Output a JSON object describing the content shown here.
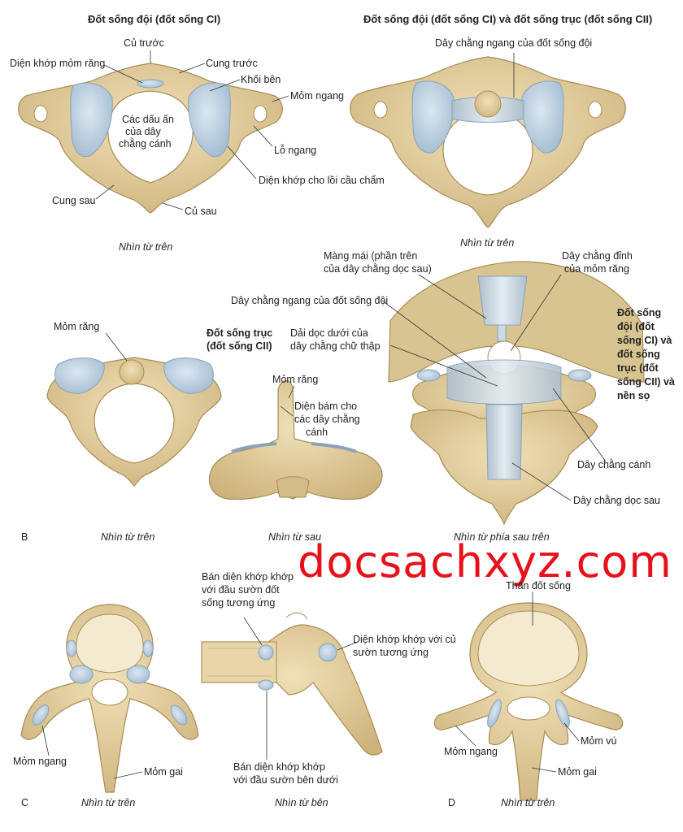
{
  "colors": {
    "bone": "#e3cd9d",
    "bone_dark": "#b59a63",
    "cartilage": "#b9cee0",
    "ligament": "#c9d9e6",
    "skull": "#d8c490",
    "watermark": "#e8101a"
  },
  "panel_a": {
    "title_left": "Đốt sống đội (đốt sống CI)",
    "title_right": "Đốt sống đội (đốt sống CI) và đốt sống trục (đốt sống CII)",
    "labels": {
      "cu_truoc": "Củ trước",
      "dien_khop_mom_rang": "Diện khớp mỏm răng",
      "cung_truoc": "Cung trước",
      "khoi_ben": "Khối bên",
      "mom_ngang": "Mỏm ngang",
      "dau_an_1": "Các dấu ấn",
      "dau_an_2": "của dây",
      "dau_an_3": "chằng cánh",
      "lo_ngang": "Lỗ ngang",
      "dien_khop_loi_cau": "Diện khớp cho lồi cầu chẩm",
      "cung_sau": "Cung sau",
      "cu_sau": "Củ sau",
      "day_chang_ngang": "Dây chằng ngang của đốt sống đội"
    },
    "view_left": "Nhìn từ trên",
    "view_right": "Nhìn từ trên"
  },
  "panel_b": {
    "letter": "B",
    "labels": {
      "mom_rang_1": "Mỏm răng",
      "title_axis_1": "Đốt sống trục",
      "title_axis_2": "(đốt sống CII)",
      "mom_rang_2": "Mỏm răng",
      "dien_bam_1": "Diện bám cho",
      "dien_bam_2": "các dây chằng",
      "dien_bam_3": "cánh",
      "mang_mai_1": "Màng mái (phần trên",
      "mang_mai_2": "của dây chằng dọc sau)",
      "day_chang_dinh_1": "Dây chằng đỉnh",
      "day_chang_dinh_2": "của mỏm răng",
      "day_chang_ngang": "Dây chằng ngang của đốt sống đội",
      "dai_doc_1": "Dải dọc dưới của",
      "dai_doc_2": "dây chằng chữ thập",
      "side_title_1": "Đốt sống",
      "side_title_2": "đội (đốt",
      "side_title_3": "sống CI) và",
      "side_title_4": "đốt sống",
      "side_title_5": "trục (đốt",
      "side_title_6": "sống CII) và",
      "side_title_7": "nền sọ",
      "day_chang_canh": "Dây chằng cánh",
      "day_chang_doc_sau": "Dây chằng dọc sau"
    },
    "view_1": "Nhìn từ trên",
    "view_2": "Nhìn từ sau",
    "view_3": "Nhìn từ phía sau trên"
  },
  "watermark": "docsachxyz.com",
  "panel_c": {
    "letter": "C",
    "labels": {
      "ban_dien_tren_1": "Bán diện khớp khớp",
      "ban_dien_tren_2": "với đầu sườn đốt",
      "ban_dien_tren_3": "sống tương ứng",
      "dien_khop_cu_1": "Diện khớp khớp với củ",
      "dien_khop_cu_2": "sườn tương ứng",
      "ban_dien_duoi_1": "Bán diện khớp khớp",
      "ban_dien_duoi_2": "với đầu sườn bên dưới",
      "mom_ngang": "Mỏm ngang",
      "mom_gai": "Mỏm gai"
    },
    "view_1": "Nhìn từ trên",
    "view_2": "Nhìn từ bên"
  },
  "panel_d": {
    "letter": "D",
    "labels": {
      "than_dot_song": "Thân đốt sống",
      "mom_vu": "Mỏm vú",
      "mom_ngang": "Mỏm ngang",
      "mom_gai": "Mỏm gai"
    },
    "view": "Nhìn từ trên"
  }
}
